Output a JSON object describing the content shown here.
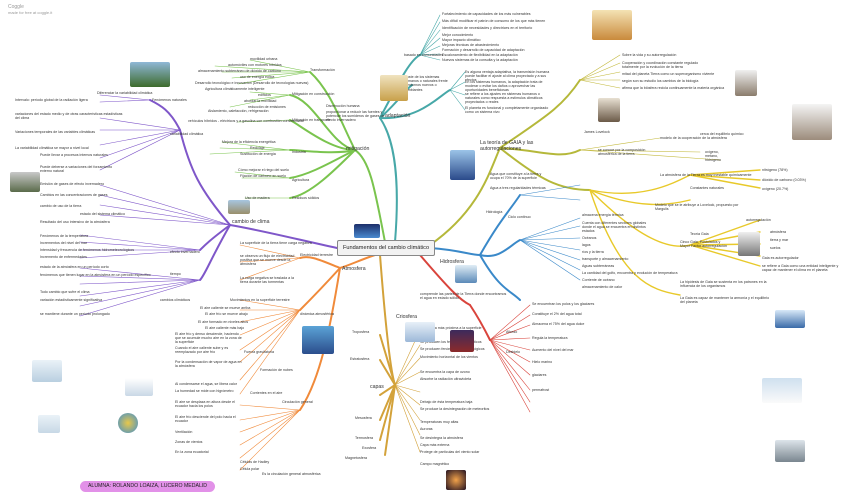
{
  "header": {
    "title": "Coggle",
    "subtitle": "made for free at coggle.it"
  },
  "center": "Fundamentos del cambio climático",
  "student": "ALUMNA: ROLANDO LOAIZA, LUCERO MEDALID",
  "branches": {
    "clima": "cambio de clima",
    "mitigacion": "mitigación",
    "adaptacion": "adaptación",
    "gaia": "La teoría de GAIA y las autorregulaciones",
    "hidrosfera": "Hidrosfera",
    "atmosfera": "Atmosfera",
    "criosfera": "Criosfera",
    "capas": "capas",
    "electricidad": "Electricidad terrestre",
    "dinamica": "dinámica atmosférica",
    "circulacion": "Circulación general",
    "cambios": "cambios climáticos",
    "variabilidad": "variabilidad climática",
    "efecto": "efecto invernadero",
    "tiempo": "tiempo",
    "estratosfera": "Estratosfera",
    "troposfera": "Troposfera",
    "mesosfera": "Mesosfera",
    "termosfera": "Termosfera",
    "exosfera": "Exosfera",
    "magnetosfera": "Magnetosfera"
  },
  "texts": {
    "m1": "movilidad urbana",
    "m2": "automóviles con motores híbridos",
    "m3": "almacenamiento subterráneo de dióxido de carbono",
    "m4": "uso de energía eólica",
    "m5": "Desarrollo tecnológico e innovación (Desarrollo de tecnologías nuevas)",
    "m6": "Agricultura climáticamente inteligente",
    "m7": "edificios",
    "m8": "abordar la movilidad",
    "m9": "reducción de emisiones",
    "m10": "Aislamiento, calefacción, refrigeración",
    "m11": "vehículos híbridos - eléctricos y a gasolina con combustión convencional",
    "m12": "Mejora de la eficiencia energética",
    "m13": "Reciclaje",
    "m14": "Sustitución de energía",
    "m15": "Industria",
    "m16": "Cómo mejorar el riego del suelo",
    "m17": "Fijación de carbono en suelo",
    "m18": "Agricultura",
    "m19": "Uso de madera",
    "m20": "Residuos sólidos",
    "mi1": "Disminución humana",
    "mi2": "proporcionar a reducir las fuentes y potenciar los sumideros de gases de efecto invernadero",
    "mi3": "Transformación",
    "mi4": "Mitigación en construcción",
    "mi5": "Mitigación en transporte",
    "a1": "Fortalecimiento de capacidades de los más vulnerables",
    "a2": "Más difícil modificar el patrón de consumo de los que más tienen",
    "a3": "Identificación de necesidades y directrices en el territorio",
    "a4": "Mejor conocimiento",
    "a5": "Mayor impacto climático",
    "a6": "Mejoras técnicas de abastecimiento",
    "a7": "Formación y desarrollo de capacidad de adaptación",
    "a8": "Escalonamiento de flexibilidad en la adaptación",
    "a9": "Nuevos sistemas de la consulta y la adaptación",
    "a10": "basado en comunidades",
    "a11": "ajuste de los sistemas humanos o naturales frente a entornos nuevos o cambiantes",
    "a12": "Es alguna ventaja adaptativa, la transmisión humana puede facilitar el ajuste al clima proyectado y a sus efectos",
    "a13": "En los sistemas humanos, la adaptación trata de moderar o evitar los daños o aprovechar las oportunidades beneficiosas",
    "a14": "se refiere a los ajustes en sistemas humanos o naturales como respuesta a estímulos climáticos proyectados o reales",
    "a15": "El planeta es funcional y completamente organizado como un sistema vivo",
    "g1": "Sobre la vida y su autorregulación",
    "g2": "Cooperación y coordinación constante regulado totalmente por la evolución de la tierra",
    "g3": "mitad del planeta Tierra como un superorganismo viviente",
    "g4": "según son su estudio los cambios de la biología",
    "g5": "afirma que la biósfera recicla continuamente la materia orgánica",
    "g6": "James Lovelock",
    "g7": "modelo de la cooperación de la atmósfera",
    "g8": "se conoce por la composición atmosférica de la tierra",
    "g9": "cerca del equilibrio químico",
    "g10": "oxígeno, metano, hidrógeno",
    "g11": "La atmósfera de la Tierra es muy inestable químicamente",
    "g12": "nitrógeno (78%)",
    "g13": "dióxido de carbono (0.03%)",
    "g14": "oxígeno (20.7%)",
    "g15": "Constantes naturales",
    "g16": "Modelo que se le atribuye a Lovelock, propuesto por Margulis",
    "g17": "Teoría Gaia",
    "g18": "Cinco Gaia, Postulados y Mayor Factor autorregulación",
    "g19": "autorregulación",
    "g20": "atmósfera",
    "g21": "tierra y mar",
    "g22": "suelos",
    "g23": "Gaia es autorregulador",
    "g24": "se refiere a Gaia como una entidad inteligente y capaz de mantener el clima en el planeta",
    "g25": "La hipótesis de Gaia se sustenta en los patrones en la influencia de los organismos",
    "g26": "La Gaia es capaz de mantener la armonía y el equilibrio del planeta",
    "h1": "Agua que constituye a la tierra y ocupa el 70% de la superficie",
    "h2": "Agua a tres regularidades térmicas",
    "h3": "Ciclo continuo",
    "h4": "almacena energía térmica",
    "h5": "Cuenta con diferentes sectores globales donde el agua se encuentra en distintos estados",
    "h6": "Océanos",
    "h7": "lagos",
    "h8": "ríos y la tierra",
    "h9": "transporte y almacenamiento",
    "h10": "Aguas subterráneas",
    "h11": "La cantidad del golfo, encuentra y evolución de temperatura",
    "h12": "Corriente de océano",
    "h13": "almacenamiento de calor",
    "h14": "Hidrología",
    "c1": "comprende las partes de la Tierra donde encontramos el agua en estado sólido",
    "c2": "Se encuentran los polos y los glaciares",
    "c3": "Constituye el 2% del agua total",
    "c4": "Almacena el 75% del agua dulce",
    "c5": "Albedo",
    "c6": "Regula la temperatura",
    "c7": "Deshielo",
    "c8": "Aumento del nivel del mar",
    "c9": "Hielo marino",
    "c10": "glaciares",
    "c11": "permafrost",
    "cl1": "Diferenciar la variabilidad climática",
    "cl2": "Intervalo: período global de la radiación ligera",
    "cl3": "Fenómenos naturales",
    "cl4": "variaciones del estado medio y de otras características estadísticas del clima",
    "cl5": "Variaciones temporales de las variables climáticas",
    "cl6": "La variabilidad climática se mayor a nivel local",
    "cl7": "Puede llevar a procesos intemos naturales",
    "cl8": "Puede deberse a variaciones del forzamiento externo natural",
    "cl9": "Emisión de gases de efecto invernadero",
    "cl10": "Cambios en las concentraciones de gases",
    "cl11": "cambio de uso de la tierra",
    "cl12": "estado del sistema climático",
    "cl13": "Resultado del uso intensivo de la atmósfera",
    "cl14": "Fenómenos de la temperatura",
    "cl15": "Incrementos del nivel del mar",
    "cl16": "Intensidad y frecuencia de fenómenos hidrometeorológicos",
    "cl17": "Incremento de enfermedades",
    "cl18": "estado de la atmósfera en un período corto",
    "cl19": "fenómenos que tienen lugar en la atmósfera en un período específico",
    "cl20": "Todo cambio que sufre el clima",
    "cl21": "variación estadísticamente significativa",
    "cl22": "se mantiene durante un período prolongado",
    "at1": "La superficie de la tierra tiene carga negativa",
    "at2": "se observa un flujo de electricidad positiva que se mueve desde la atmósfera",
    "at3": "La carga negativa se traslada a la tierra durante las tormentas",
    "at4": "Movimientos en la superficie terrestre",
    "at5": "El aire caliente se mueve arriba",
    "at6": "El aire frío se mueve abajo",
    "at7": "El aire formado en niveles altos",
    "at8": "El aire caliente más bajo",
    "at9": "El aire frío y denso desciende, haciendo que se acumule mucho aire en la zona de la superficie",
    "at10": "El aire asciende por su temperatura",
    "at11": "Cuando el aire caliente sube y es reemplazado por aire frío",
    "at12": "Por la condensación de vapor de agua en la atmósfera",
    "at13": "Fuerza gravitatoria",
    "at14": "Formación de nubes",
    "at15": "Al condensarse el agua, se libera calor",
    "at16": "La humedad se mide con higrómetro",
    "at17": "Corrientes en el aire",
    "at18": "El aire se desplaza en altura desde el ecuador hacia los polos",
    "at19": "El aire frío desciende del polo hacia el ecuador",
    "at20": "Ventilación",
    "at21": "Zonas de vientos",
    "at22": "En la zona ecuatorial",
    "at23": "Células de Hadley",
    "at24": "Célula polar",
    "at25": "Es la circulación general atmosférica",
    "cp1": "Es la capa más próxima a la superficie terrestre",
    "cp2": "Se producen los fenómenos climáticos",
    "cp3": "Se producen fenómenos meteorológicos",
    "cp4": "Movimiento horizontal de los vientos",
    "cp5": "Se encuentra la capa de ozono",
    "cp6": "Absorbe la radiación ultravioleta",
    "cp7": "Debajo de ésta temperatura baja",
    "cp8": "Se produce la desintegración de meteoritos",
    "cp9": "Temperaturas muy altas",
    "cp10": "Auroras",
    "cp11": "Se desintegra la atmósfera",
    "cp12": "Capa más externa",
    "cp13": "Protege de partículas del viento solar",
    "cp14": "Campo magnético"
  }
}
